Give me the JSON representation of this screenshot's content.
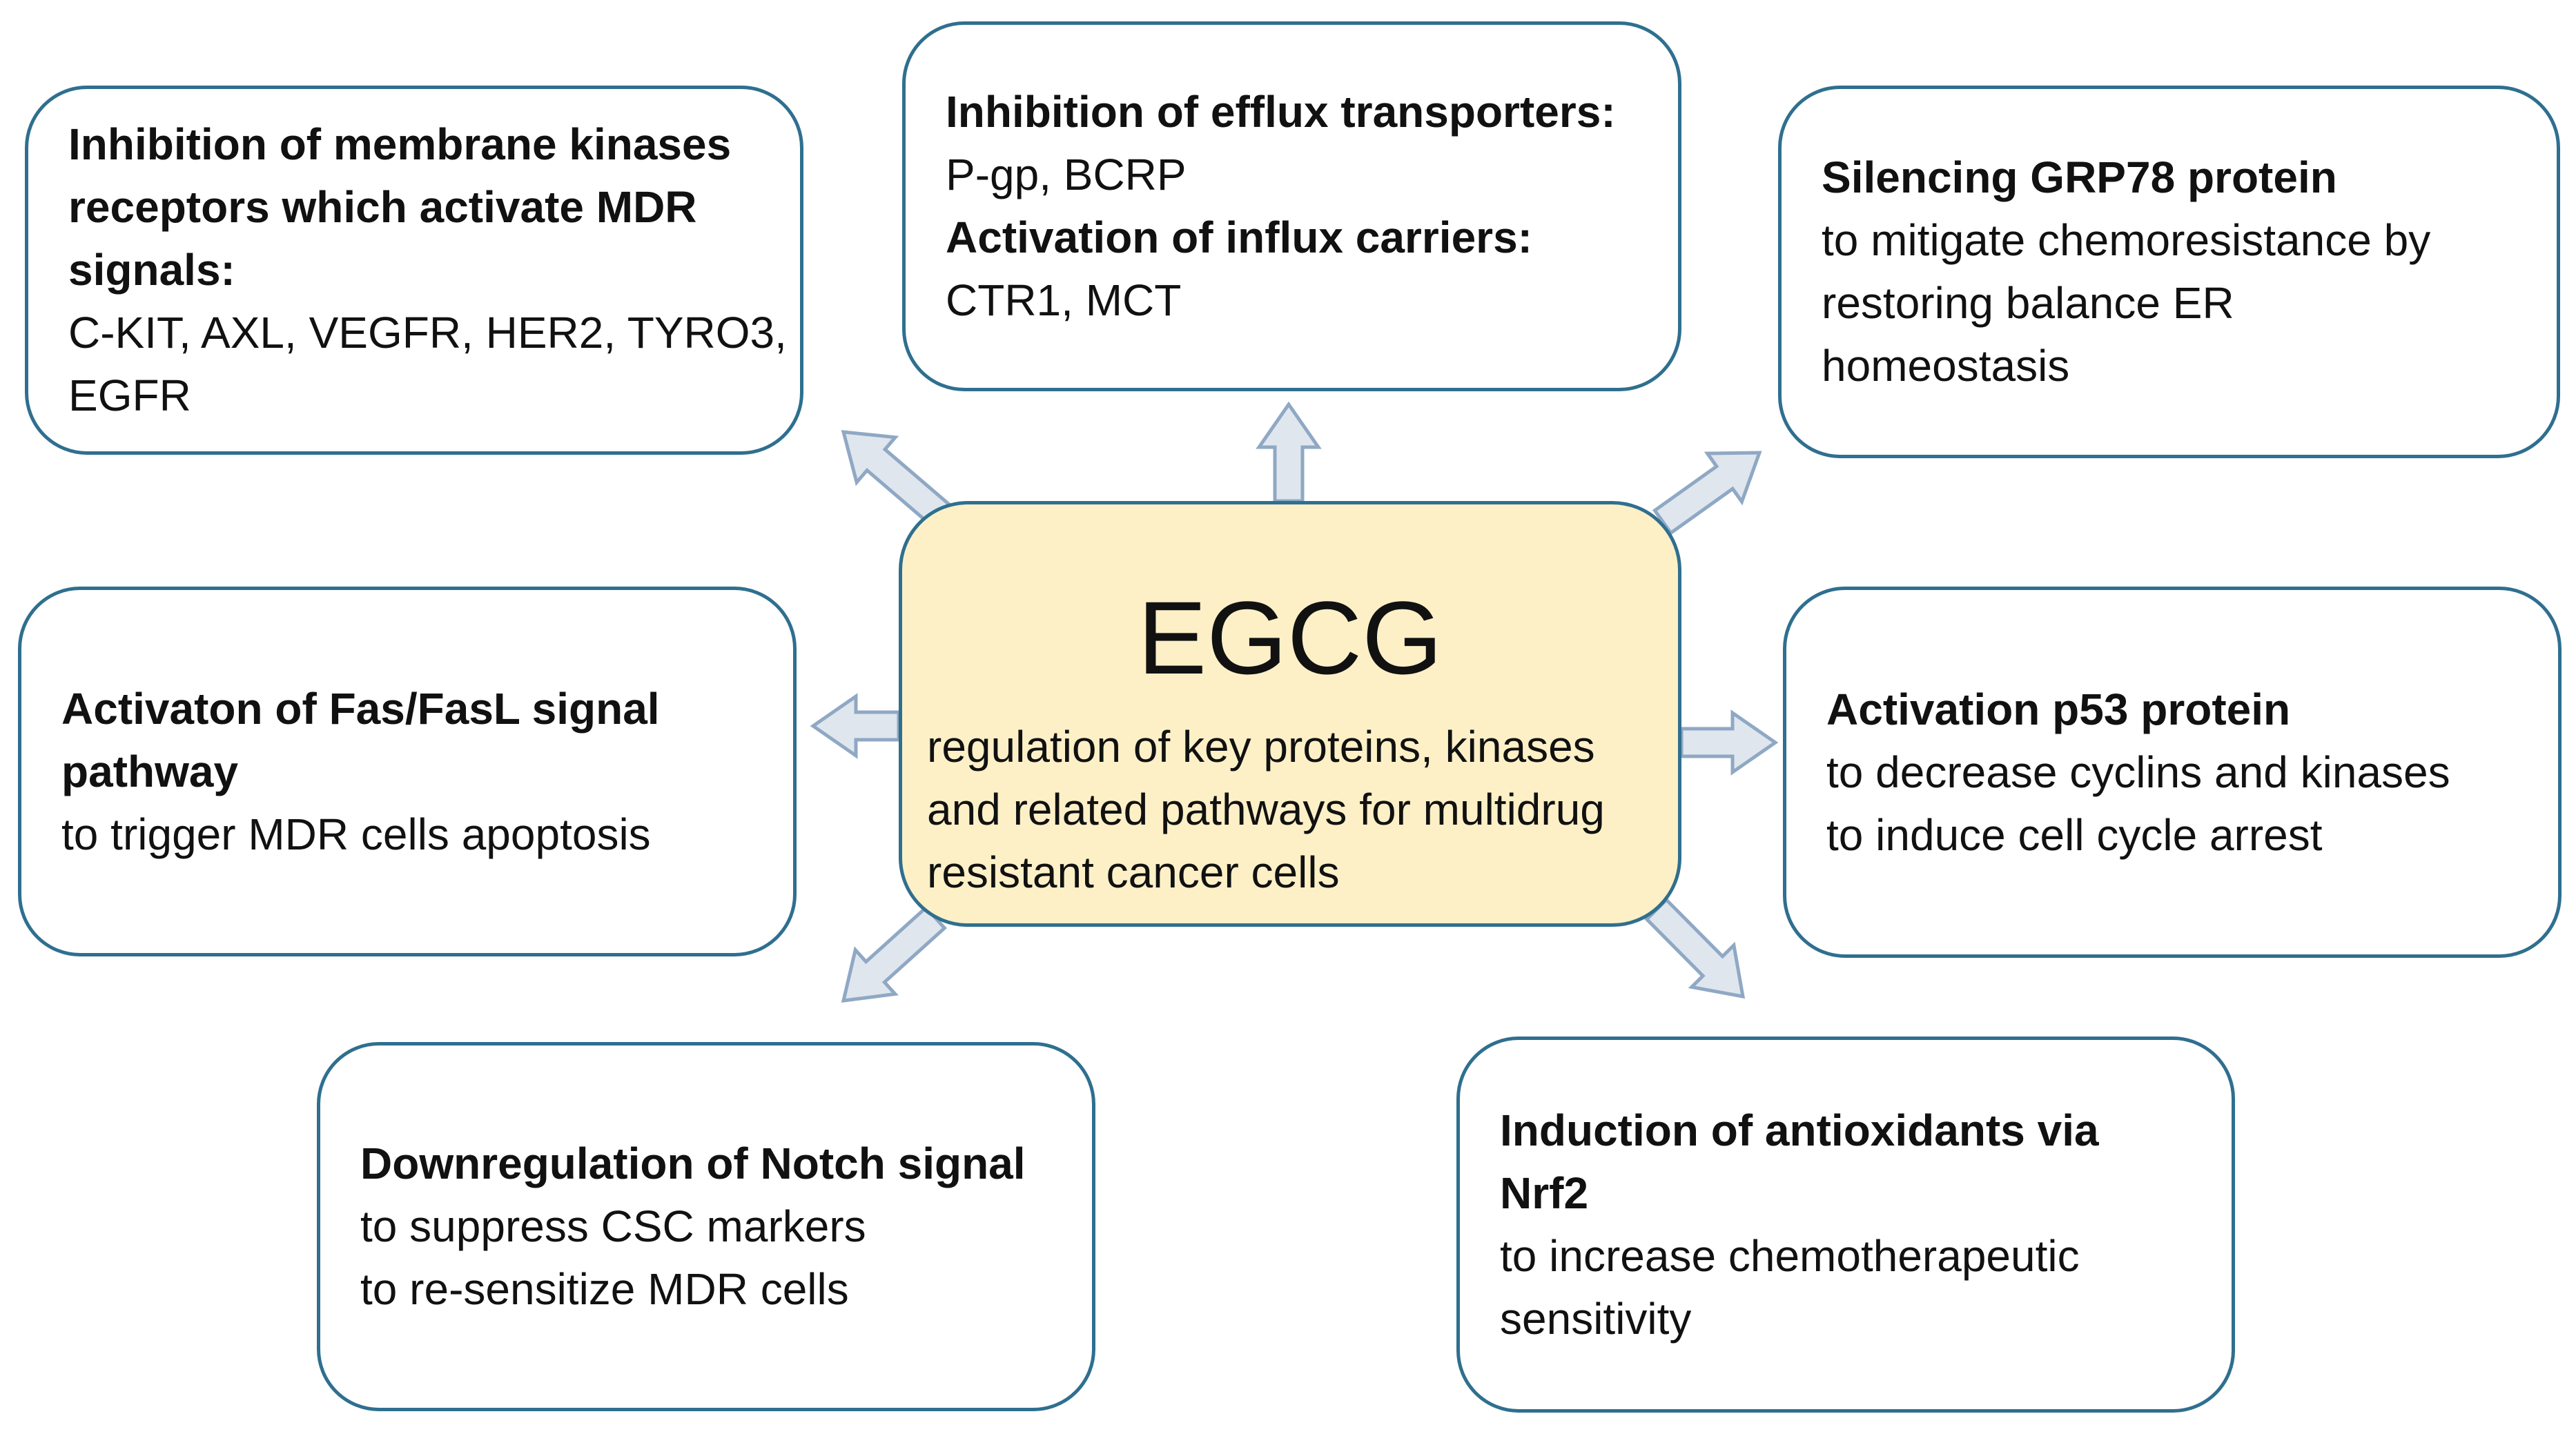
{
  "center": {
    "title": "EGCG",
    "lines": [
      "regulation of key proteins, kinases",
      "and related pathways for multidrug",
      "resistant cancer cells"
    ]
  },
  "boxes": {
    "membrane_kinases": {
      "bold": [
        "Inhibition of membrane kinases",
        "receptors which activate MDR",
        "signals:"
      ],
      "text": [
        "C-KIT, AXL, VEGFR, HER2, TYRO3,",
        "EGFR"
      ]
    },
    "efflux": {
      "bold1": "Inhibition of efflux transporters:",
      "text1": "P-gp, BCRP",
      "bold2": "Activation of influx carriers:",
      "text2": "CTR1, MCT"
    },
    "grp78": {
      "bold": [
        "Silencing GRP78 protein"
      ],
      "text": [
        "to mitigate chemoresistance by",
        "restoring balance ER",
        "homeostasis"
      ]
    },
    "fas": {
      "bold": [
        "Activaton of Fas/FasL signal",
        "pathway"
      ],
      "text": [
        "to trigger MDR cells apoptosis"
      ]
    },
    "p53": {
      "bold": [
        "Activation p53 protein"
      ],
      "text": [
        "to decrease cyclins and kinases",
        "to induce cell cycle arrest"
      ]
    },
    "notch": {
      "bold": [
        "Downregulation of Notch signal"
      ],
      "text": [
        "to suppress CSC markers",
        "to re-sensitize MDR cells"
      ]
    },
    "nrf2": {
      "bold": [
        "Induction of antioxidants via",
        "Nrf2"
      ],
      "text": [
        "to increase chemotherapeutic",
        "sensitivity"
      ]
    }
  },
  "colors": {
    "border": "#2f6f8f",
    "center_fill": "#fdf0c7",
    "arrow_fill": "#dfe6ee",
    "arrow_stroke": "#8fa8c4"
  }
}
